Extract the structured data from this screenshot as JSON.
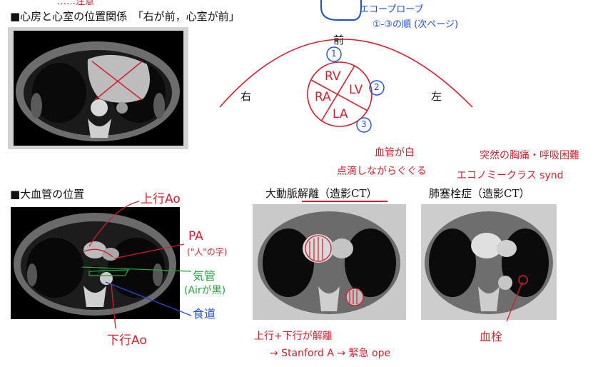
{
  "sections": {
    "positions_heading": "■心房と心室の位置関係　「右が前，心室が前」",
    "great_vessels_heading": "■大血管の位置",
    "dissection_heading": "大動脈解離（造影CT）",
    "pe_heading": "肺塞栓症（造影CT）"
  },
  "diagram": {
    "front": "前",
    "right": "右",
    "left": "左",
    "rv": "RV",
    "lv": "LV",
    "ra": "RA",
    "la": "LA",
    "n1": "1",
    "n2": "2",
    "n3": "3"
  },
  "annotations": {
    "top_cut": "……注意",
    "echo_probe": "エコープローブ",
    "echo_order": "①-③の順 (次ページ)",
    "upper_ao": "上行Ao",
    "pa": "PA",
    "pa_note": "(\"人\"の字)",
    "trachea": "気管",
    "trachea_note": "(Airが黒)",
    "esophagus": "食道",
    "lower_ao": "下行Ao",
    "vessel_white": "血管が白",
    "drip_note": "点滴しながらぐぐる",
    "sudden": "突然の胸痛・呼吸困難",
    "echo_class": "エコノミークラス synd",
    "dissection_note1": "上行+下行が解離",
    "dissection_note2": "→ Stanford A → 緊急 ope",
    "thrombus": "血栓"
  },
  "colors": {
    "annotation_red": "#d41e2b",
    "annotation_blue": "#1f4fd1",
    "annotation_green": "#1ea73c"
  }
}
